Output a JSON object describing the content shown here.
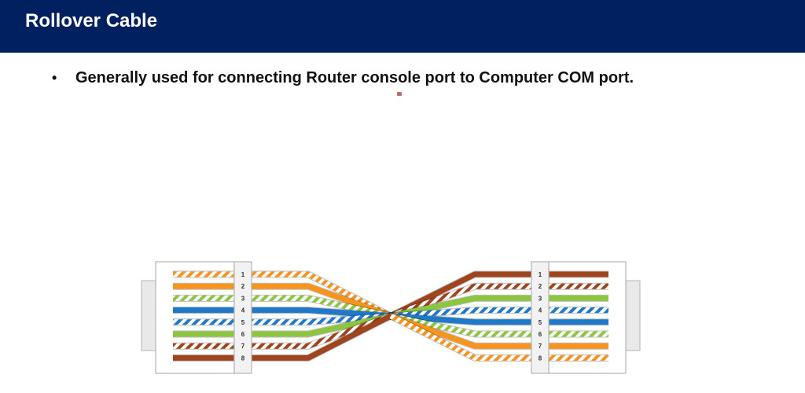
{
  "slide": {
    "title": "Rollover Cable",
    "bullets": [
      "Generally used for connecting Router console port to Computer COM port."
    ]
  },
  "diagram": {
    "pin_labels": [
      "1",
      "2",
      "3",
      "4",
      "5",
      "6",
      "7",
      "8"
    ],
    "left_wires": [
      {
        "pin": 1,
        "color": "white-orange"
      },
      {
        "pin": 2,
        "color": "orange"
      },
      {
        "pin": 3,
        "color": "white-green"
      },
      {
        "pin": 4,
        "color": "blue"
      },
      {
        "pin": 5,
        "color": "white-blue"
      },
      {
        "pin": 6,
        "color": "green"
      },
      {
        "pin": 7,
        "color": "white-brown"
      },
      {
        "pin": 8,
        "color": "brown"
      }
    ],
    "right_wires": [
      {
        "pin": 1,
        "color": "brown"
      },
      {
        "pin": 2,
        "color": "white-brown"
      },
      {
        "pin": 3,
        "color": "green"
      },
      {
        "pin": 4,
        "color": "white-blue"
      },
      {
        "pin": 5,
        "color": "blue"
      },
      {
        "pin": 6,
        "color": "white-green"
      },
      {
        "pin": 7,
        "color": "orange"
      },
      {
        "pin": 8,
        "color": "white-orange"
      }
    ],
    "colors": {
      "orange": "#f7941d",
      "green": "#8cc63f",
      "blue": "#1f78c8",
      "brown": "#a0441e",
      "stripe_bg": "#ffffff",
      "connector_fill": "#e9e9e9",
      "connector_border": "#b5b5b5"
    }
  }
}
